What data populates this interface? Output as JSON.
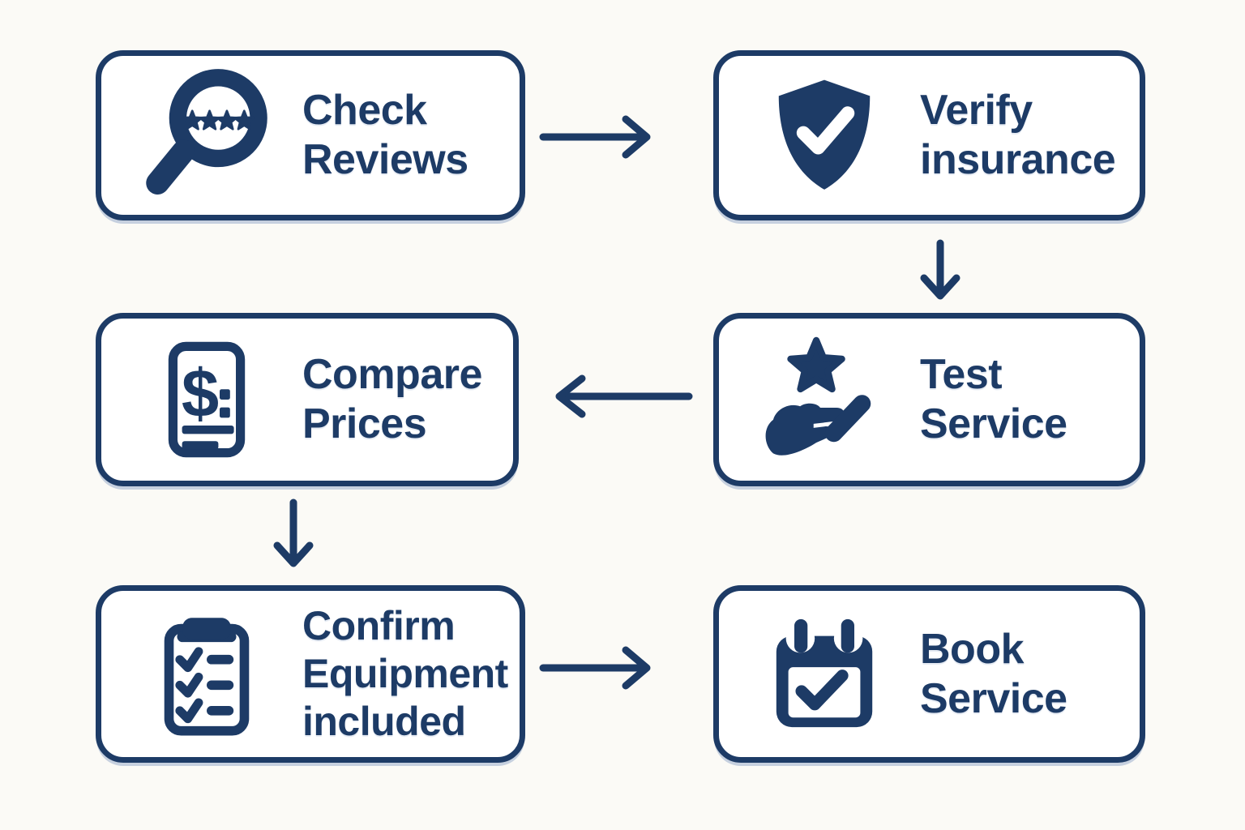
{
  "flow": {
    "colors": {
      "accent": "#1d3b66",
      "background": "#fbfaf6",
      "node_fill": "#ffffff",
      "check_on_shield": "#ffffff"
    },
    "nodes": [
      {
        "id": "check-reviews",
        "icon": "magnifier-stars-icon",
        "lines": [
          "Check",
          "Reviews"
        ]
      },
      {
        "id": "verify-insurance",
        "icon": "shield-check-icon",
        "lines": [
          "Verify",
          "insurance"
        ]
      },
      {
        "id": "compare-prices",
        "icon": "price-document-icon",
        "lines": [
          "Compare",
          "Prices"
        ]
      },
      {
        "id": "test-service",
        "icon": "hand-star-icon",
        "lines": [
          "Test",
          "Service"
        ]
      },
      {
        "id": "confirm-equipment",
        "icon": "checklist-clipboard-icon",
        "lines": [
          "Confirm",
          "Equipment",
          "included"
        ]
      },
      {
        "id": "book-service",
        "icon": "calendar-check-icon",
        "lines": [
          "Book",
          "Service"
        ]
      }
    ],
    "edges": [
      {
        "from": "check-reviews",
        "to": "verify-insurance",
        "direction": "right"
      },
      {
        "from": "verify-insurance",
        "to": "test-service",
        "direction": "down"
      },
      {
        "from": "test-service",
        "to": "compare-prices",
        "direction": "left"
      },
      {
        "from": "compare-prices",
        "to": "confirm-equipment",
        "direction": "down"
      },
      {
        "from": "confirm-equipment",
        "to": "book-service",
        "direction": "right"
      }
    ]
  }
}
